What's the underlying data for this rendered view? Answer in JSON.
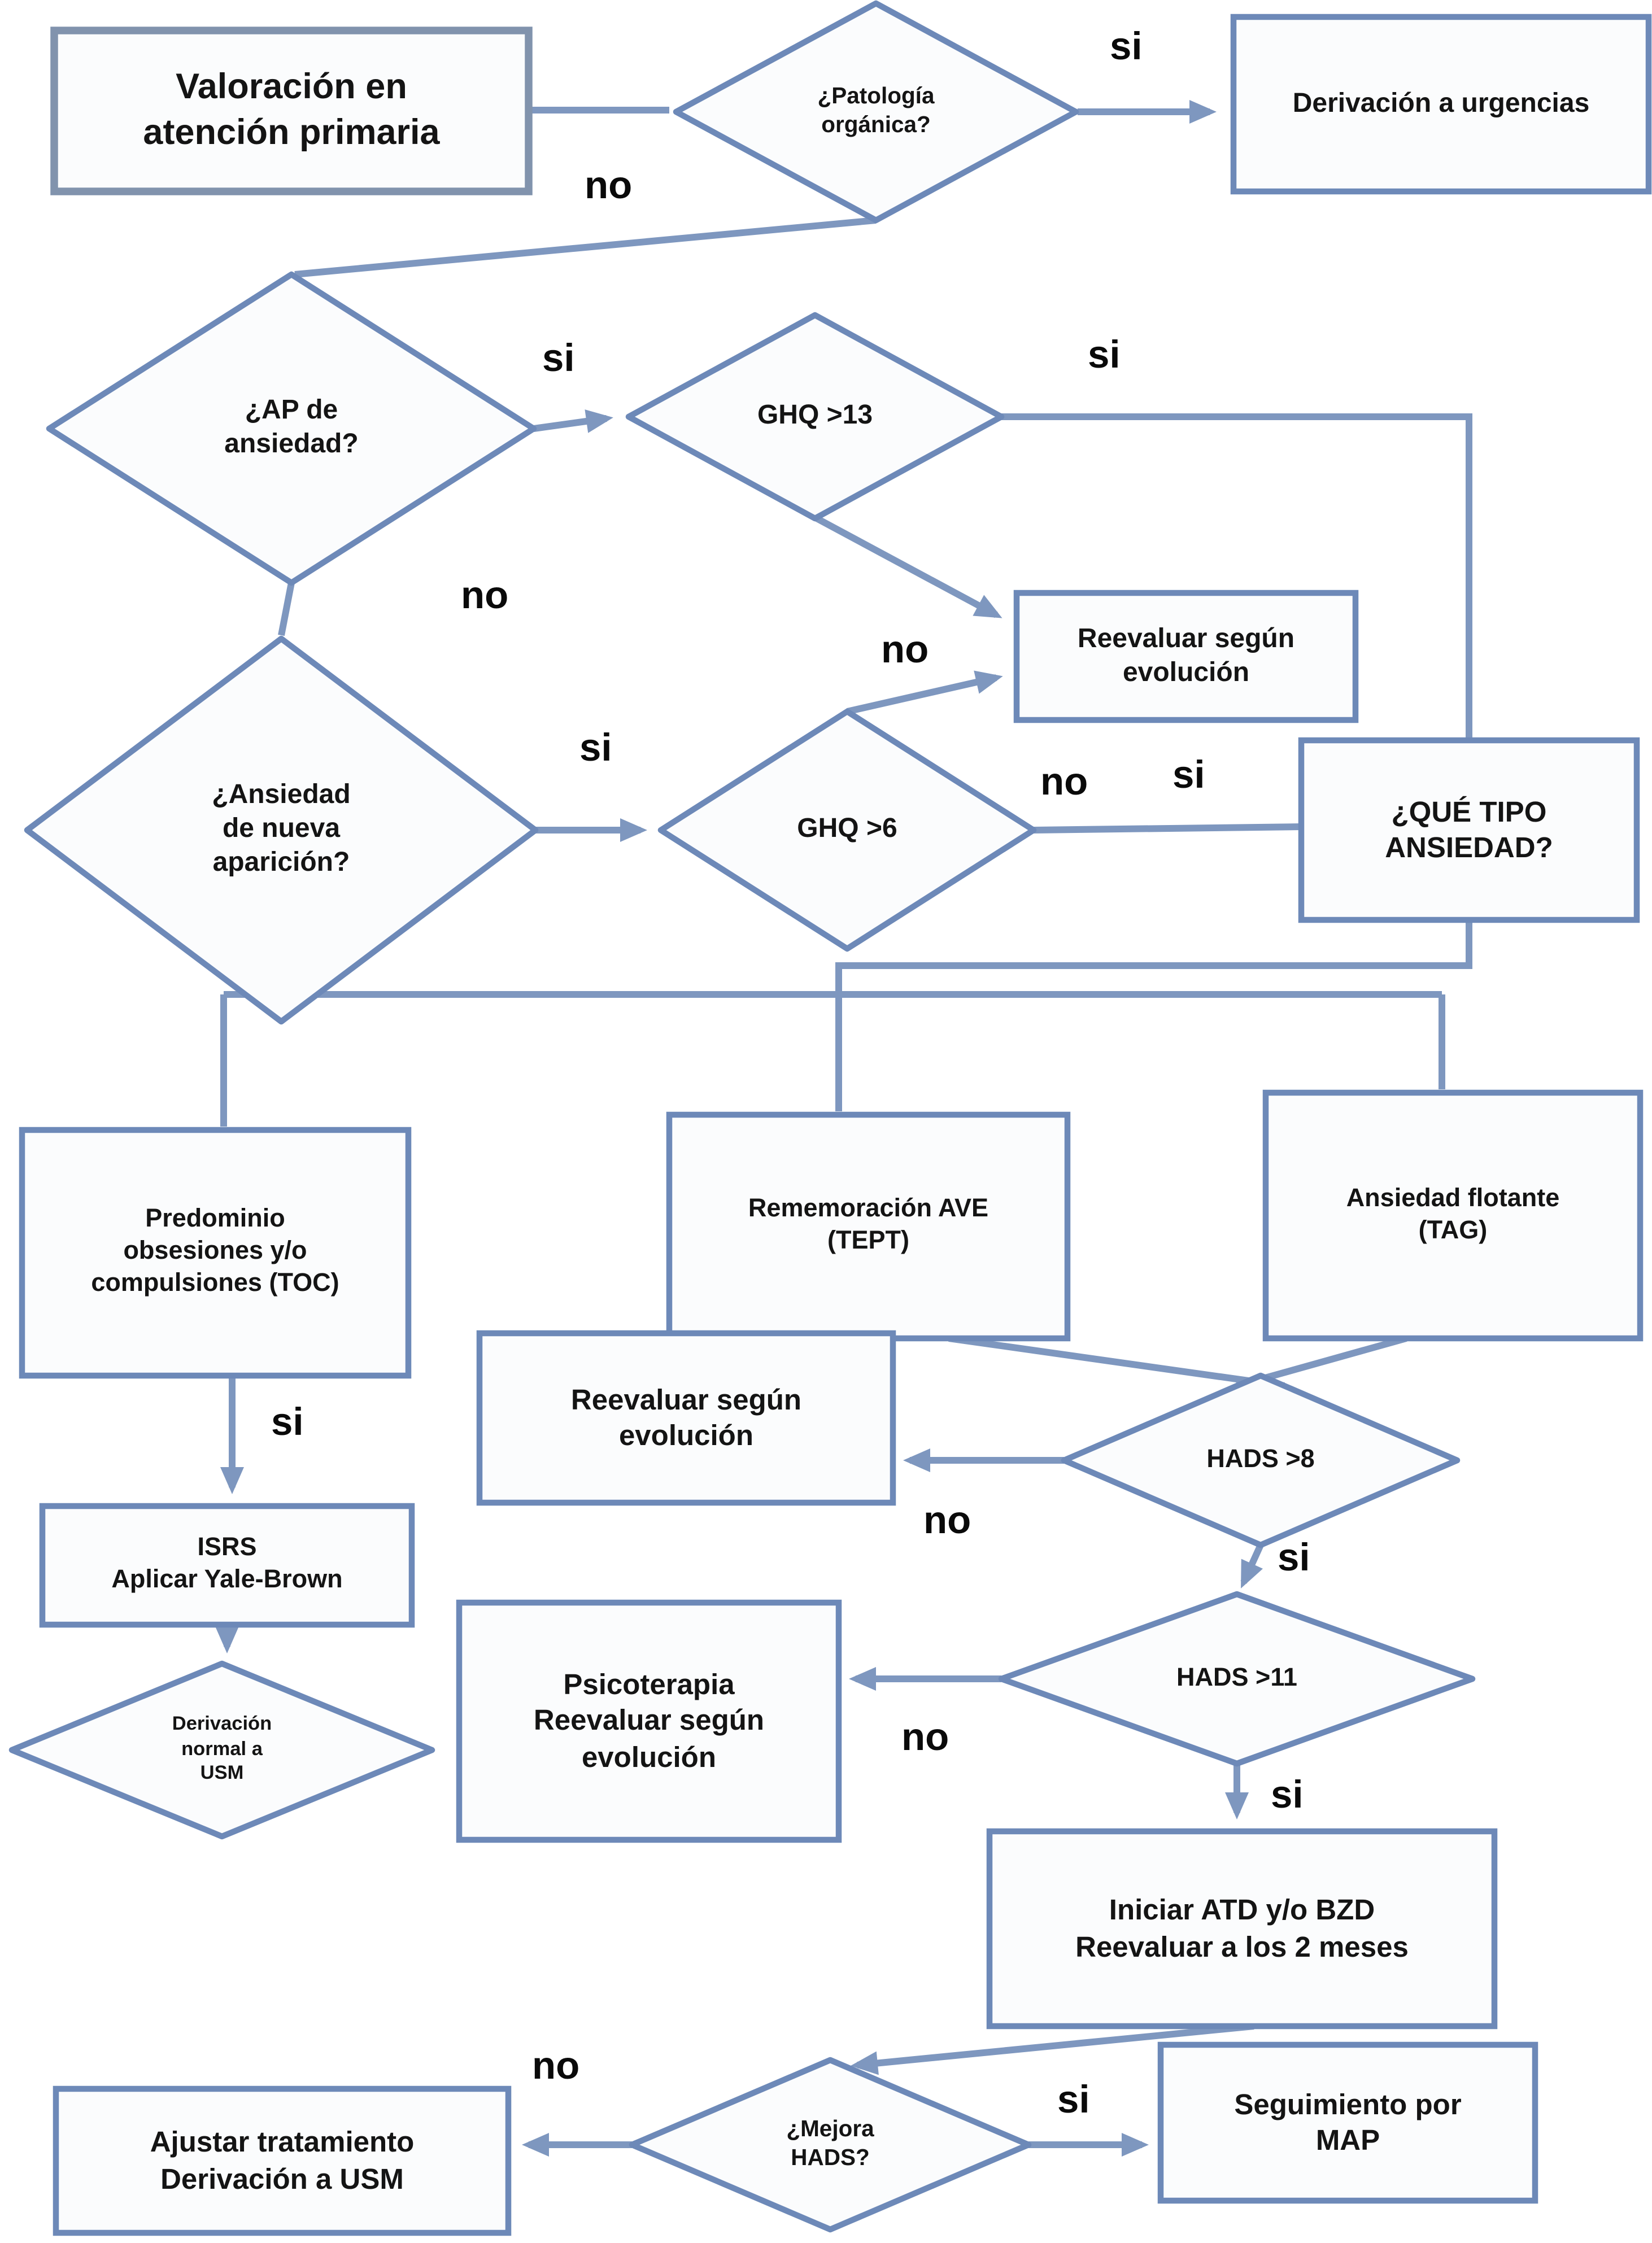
{
  "diagram_type": "flowchart",
  "language": "es",
  "colors": {
    "shape_border": "#6d89b8",
    "connector": "#7e97bf",
    "shape_fill": "#fbfcfd",
    "start_box_border": "#8193ad",
    "text": "#141414"
  },
  "labels": {
    "si": "si",
    "no": "no"
  },
  "nodes": {
    "valoracion": {
      "label": "Valoración en\natención primaria",
      "shape": "box"
    },
    "patologia": {
      "label": "¿Patología\norgánica?",
      "shape": "diamond"
    },
    "urgencias": {
      "label": "Derivación a urgencias",
      "shape": "box"
    },
    "ap_ansiedad": {
      "label": "¿AP de\nansiedad?",
      "shape": "diamond"
    },
    "ghq13": {
      "label": "GHQ >13",
      "shape": "diamond"
    },
    "reevaluar1": {
      "label": "Reevaluar según\nevolución",
      "shape": "box"
    },
    "nueva": {
      "label": "¿Ansiedad\nde nueva\naparición?",
      "shape": "diamond"
    },
    "ghq6": {
      "label": "GHQ >6",
      "shape": "diamond"
    },
    "que_tipo": {
      "label": "¿QUÉ TIPO\nANSIEDAD?",
      "shape": "box"
    },
    "toc": {
      "label": "Predominio\nobsesiones y/o\ncompulsiones (TOC)",
      "shape": "box"
    },
    "tept": {
      "label": "Rememoración AVE\n(TEPT)",
      "shape": "box"
    },
    "tag": {
      "label": "Ansiedad flotante\n(TAG)",
      "shape": "box"
    },
    "isrs": {
      "label": "ISRS\nAplicar Yale-Brown",
      "shape": "box"
    },
    "derivacion_usm": {
      "label": "Derivación\nnormal a\nUSM",
      "shape": "diamond"
    },
    "reevaluar2": {
      "label": "Reevaluar según\nevolución",
      "shape": "box"
    },
    "hads8": {
      "label": "HADS >8",
      "shape": "diamond"
    },
    "psicoterapia": {
      "label": "Psicoterapia\nReevaluar según\nevolución",
      "shape": "box"
    },
    "hads11": {
      "label": "HADS >11",
      "shape": "diamond"
    },
    "iniciar": {
      "label": "Iniciar ATD y/o BZD\nReevaluar a los 2 meses",
      "shape": "box"
    },
    "mejora": {
      "label": "¿Mejora\nHADS?",
      "shape": "diamond"
    },
    "ajustar": {
      "label": "Ajustar tratamiento\nDerivación a USM",
      "shape": "box"
    },
    "seguimiento": {
      "label": "Seguimiento por\nMAP",
      "shape": "box"
    }
  }
}
